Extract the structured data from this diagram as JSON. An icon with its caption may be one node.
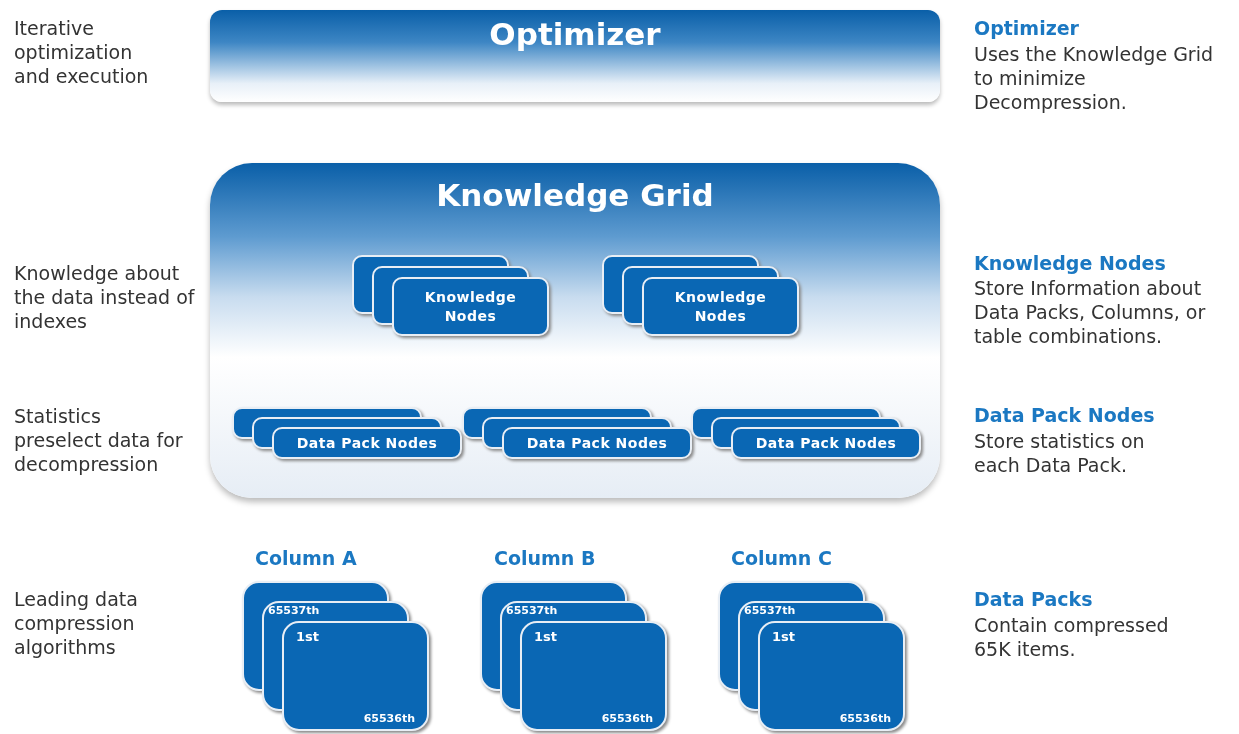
{
  "diagram": {
    "nodes": [
      {
        "text": [
          "Optimizer"
        ]
      },
      {
        "text": [
          "Knowledge Grid"
        ]
      },
      {
        "text": [
          "Knowledge Nodes"
        ],
        "in": 1
      },
      {
        "text": [
          "Knowledge Nodes"
        ],
        "in": 1
      },
      {
        "text": [
          "Data Pack Nodes"
        ],
        "in": 1
      },
      {
        "text": [
          "Data Pack Nodes"
        ],
        "in": 1
      },
      {
        "text": [
          "Data Pack Nodes"
        ],
        "in": 1
      },
      {
        "text": [
          "65537th",
          "1st",
          "65536th"
        ]
      },
      {
        "text": [
          "65537th",
          "1st",
          "65536th"
        ]
      },
      {
        "text": [
          "65537th",
          "1st",
          "65536th"
        ]
      }
    ],
    "labels": [
      "Iterative optimization and execution",
      "Optimizer",
      "Uses the Knowledge Grid to minimize Decompression.",
      "Knowledge about the data instead of indexes",
      "Knowledge Nodes",
      "Store Information about Data Packs, Columns, or table combinations.",
      "Statistics preselect data for decompression",
      "Data Pack Nodes",
      "Store statistics on each Data Pack.",
      "Column A",
      "Column B",
      "Column C",
      "Leading data compression algorithms",
      "Data Packs",
      "Contain compressed 65K items."
    ]
  }
}
